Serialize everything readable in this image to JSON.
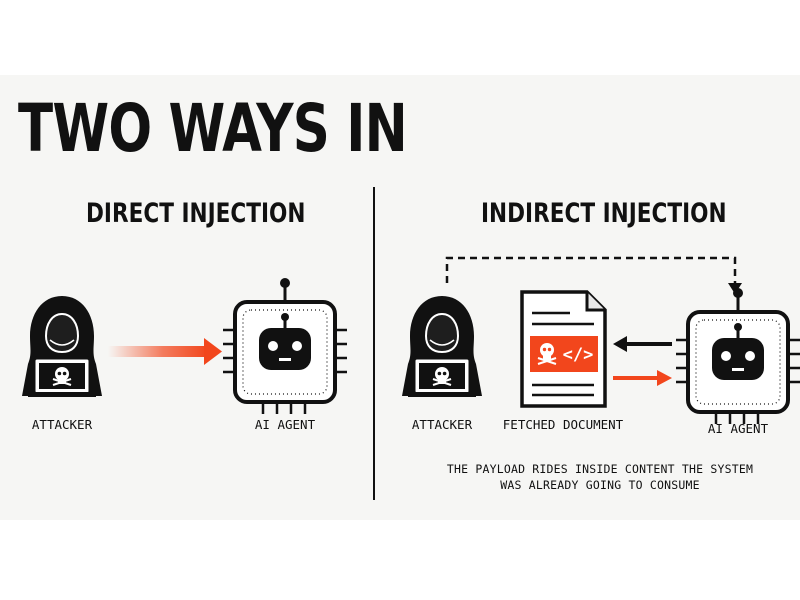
{
  "title": "TWO WAYS IN",
  "direct": {
    "heading": "DIRECT INJECTION",
    "attacker_label": "ATTACKER",
    "agent_label": "AI AGENT"
  },
  "indirect": {
    "heading": "INDIRECT INJECTION",
    "attacker_label": "ATTACKER",
    "document_label": "FETCHED DOCUMENT",
    "agent_label": "AI AGENT",
    "code_tag": "</>",
    "caption_line1": "THE PAYLOAD RIDES INSIDE CONTENT THE SYSTEM",
    "caption_line2": "WAS ALREADY GOING TO CONSUME"
  },
  "colors": {
    "accent": "#f2461c",
    "ink": "#111111",
    "panel": "#f6f6f4"
  },
  "icons": [
    "hooded-attacker-icon",
    "laptop-icon",
    "skull-icon",
    "robot-chip-icon",
    "document-icon",
    "code-icon"
  ]
}
